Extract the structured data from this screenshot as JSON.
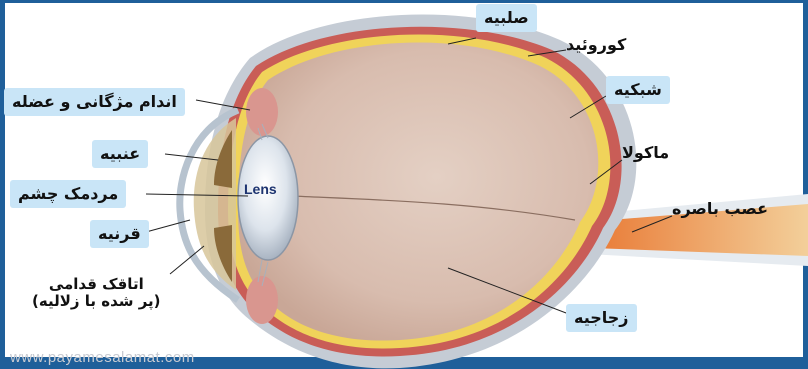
{
  "labels": {
    "sclera": "صلبیه",
    "choroid": "کوروئید",
    "retina": "شبکیه",
    "macula": "ماکولا",
    "optic_nerve": "عصب باصره",
    "vitreous": "زجاجیه",
    "ciliary_body": "اندام مژگانی و عضله",
    "iris": "عنبیه",
    "pupil": "مردمک چشم",
    "cornea": "قرنیه",
    "anterior_chamber_line1": "اتاقک قدامی",
    "anterior_chamber_line2": "(پر شده با زلالیه)",
    "lens": "Lens"
  },
  "watermark": "www.payamesalamat.com",
  "colors": {
    "frame": "#1f5f9a",
    "highlight": "#c9e5f7",
    "vitreous": "#dcc3b5",
    "retina": "#f0d35a",
    "choroid": "#c95d57",
    "sclera": "#c5ccd5",
    "optic_nerve": "#f0b37a"
  }
}
